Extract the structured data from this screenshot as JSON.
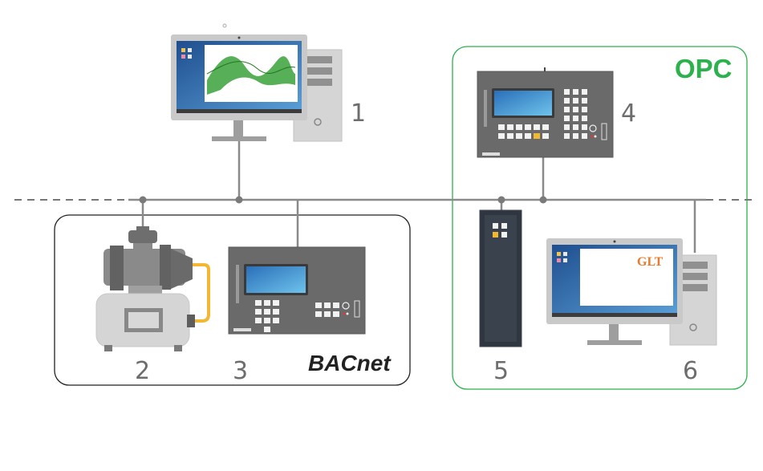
{
  "groups": {
    "bacnet_label": "BACnet",
    "opc_label": "OPC"
  },
  "devices": [
    {
      "id": "1",
      "label": "1",
      "type": "workstation"
    },
    {
      "id": "2",
      "label": "2",
      "type": "pump"
    },
    {
      "id": "3",
      "label": "3",
      "type": "controller"
    },
    {
      "id": "4",
      "label": "4",
      "type": "controller"
    },
    {
      "id": "5",
      "label": "5",
      "type": "server-tower"
    },
    {
      "id": "6",
      "label": "6",
      "type": "workstation"
    }
  ],
  "screen_text": {
    "glt": "GLT"
  },
  "colors": {
    "bus": "#8a8a8a",
    "bacnet_border": "#222222",
    "opc_border": "#2bb24c",
    "pipe": "#f2b733",
    "opc_text": "#2bb24c",
    "glt_text": "#e87a2a"
  }
}
